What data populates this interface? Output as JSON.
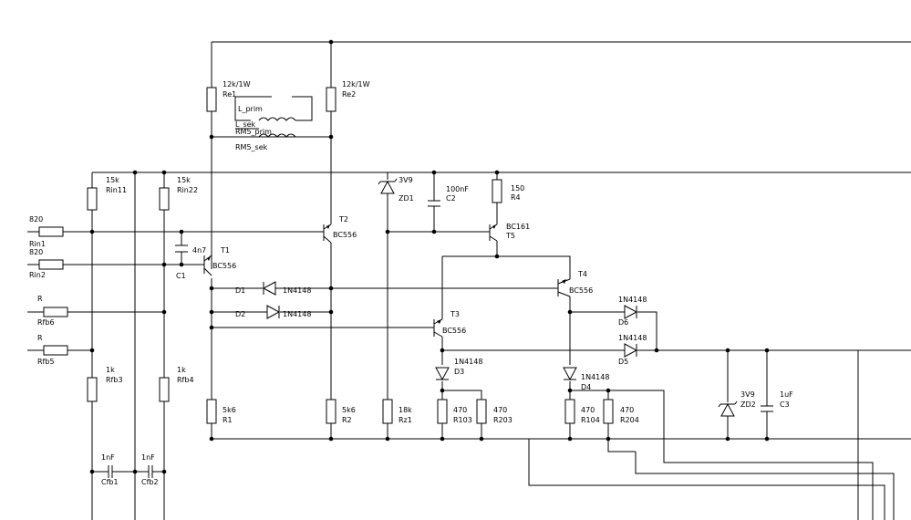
{
  "labels": {
    "re1_val": "12k/1W",
    "re1_ref": "Re1",
    "re2_val": "12k/1W",
    "re2_ref": "Re2",
    "l_prim": "L_prim",
    "l_sek": "L_sek",
    "rm5_prim": "RM5_prim",
    "rm5_sek": "RM5_sek",
    "rin11_val": "15k",
    "rin11_ref": "Rin11",
    "rin22_val": "15k",
    "rin22_ref": "Rin22",
    "zd1_val": "3V9",
    "zd1_ref": "ZD1",
    "c2_val": "100nF",
    "c2_ref": "C2",
    "r4_val": "150",
    "r4_ref": "R4",
    "t2_ref": "T2",
    "t2_type": "BC556",
    "t5_type": "BC161",
    "t5_ref": "T5",
    "rin1_val": "820",
    "rin1_ref": "Rin1",
    "rin2_val": "820",
    "rin2_ref": "Rin2",
    "c1_val": "4n7",
    "c1_ref": "C1",
    "t1_ref": "T1",
    "t1_type": "BC556",
    "t4_ref": "T4",
    "t4_type": "BC556",
    "d1_ref": "D1",
    "d1_type": "1N4148",
    "d2_ref": "D2",
    "d2_type": "1N4148",
    "rfb6_val": "R",
    "rfb6_ref": "Rfb6",
    "rfb5_val": "R",
    "rfb5_ref": "Rfb5",
    "t3_ref": "T3",
    "t3_type": "BC556",
    "d6_type": "1N4148",
    "d6_ref": "D6",
    "d5_type": "1N4148",
    "d5_ref": "D5",
    "d3_type": "1N4148",
    "d3_ref": "D3",
    "d4_type": "1N4148",
    "d4_ref": "D4",
    "rfb3_val": "1k",
    "rfb3_ref": "Rfb3",
    "rfb4_val": "1k",
    "rfb4_ref": "Rfb4",
    "r1_val": "5k6",
    "r1_ref": "R1",
    "r2_val": "5k6",
    "r2_ref": "R2",
    "rz1_val": "18k",
    "rz1_ref": "Rz1",
    "r103_val": "470",
    "r103_ref": "R103",
    "r203_val": "470",
    "r203_ref": "R203",
    "r104_val": "470",
    "r104_ref": "R104",
    "r204_val": "470",
    "r204_ref": "R204",
    "zd2_val": "3V9",
    "zd2_ref": "ZD2",
    "c3_val": "1uF",
    "c3_ref": "C3",
    "cfb1_val": "1nF",
    "cfb1_ref": "Cfb1",
    "cfb2_val": "1nF",
    "cfb2_ref": "Cfb2"
  }
}
